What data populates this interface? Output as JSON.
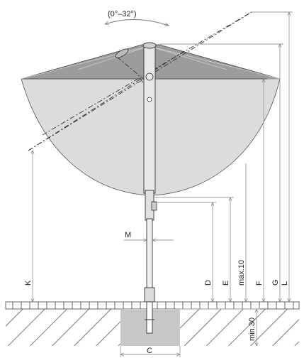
{
  "labels": {
    "tilt_range": "(0°–32°)",
    "M": "M",
    "K": "K",
    "D": "D",
    "E": "E",
    "max10": "max.10",
    "F": "F",
    "G": "G",
    "L": "L",
    "min30": "min.30",
    "C": "C"
  },
  "colors": {
    "canopy_top": "#9c9c9c",
    "canopy_bowl": "#dcdcdc",
    "ground_hatch": "#444444",
    "foundation": "#c8c8c8",
    "dimension_line": "#9a9a9a"
  }
}
